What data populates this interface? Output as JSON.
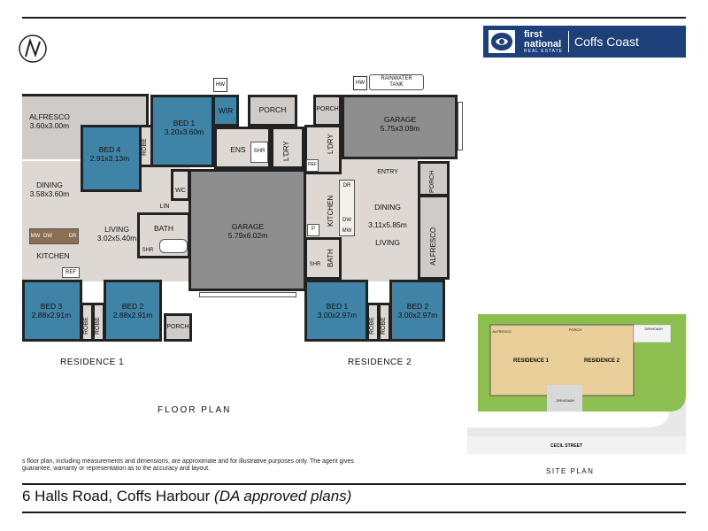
{
  "agency": {
    "brand_line1": "first",
    "brand_line2": "national",
    "brand_sub": "REAL ESTATE",
    "office": "Coffs Coast",
    "brand_color": "#1d3f7a"
  },
  "residence1": {
    "label": "RESIDENCE 1",
    "alfresco": {
      "name": "ALFRESCO",
      "dims": "3.60x3.00m"
    },
    "bed1": {
      "name": "BED 1",
      "dims": "3.20x3.60m"
    },
    "bed4": {
      "name": "BED 4",
      "dims": "2.91x3.13m"
    },
    "dining": {
      "name": "DINING",
      "dims": "3.58x3.60m"
    },
    "living": {
      "name": "LIVING",
      "dims": "3.02x5.40m"
    },
    "kitchen": "KITCHEN",
    "bed3": {
      "name": "BED 3",
      "dims": "2.88x2.91m"
    },
    "bed2": {
      "name": "BED 2",
      "dims": "2.88x2.91m"
    },
    "wir": "WIR",
    "ens": "ENS",
    "shr": "SHR",
    "wc": "WC",
    "lin": "LIN",
    "bath": "BATH",
    "bath_shr": "SHR",
    "ldry": "L'DRY",
    "porch_top": "PORCH",
    "porch_bottom": "PORCH",
    "robe": "ROBE",
    "ref": "REF",
    "mw": "MW",
    "dw": "DW",
    "dr": "DR",
    "hw": "HW"
  },
  "garage_center": {
    "name": "GARAGE",
    "dims": "5.79x6.02m"
  },
  "residence2": {
    "label": "RESIDENCE 2",
    "porch_top": "PORCH",
    "garage": {
      "name": "GARAGE",
      "dims": "5.75x3.09m"
    },
    "ldry": "L'DRY",
    "ref": "REF",
    "entry": "ENTRY",
    "kitchen": "KITCHEN",
    "dining": "DINING",
    "dims": "3.11x5.85m",
    "living": "LIVING",
    "porch_side": "PORCH",
    "alfresco": "ALFRESCO",
    "bath": "BATH",
    "shr": "SHR",
    "dr": "DR",
    "dw": "DW",
    "mw": "MW",
    "p": "P",
    "bed1": {
      "name": "BED 1",
      "dims": "3.00x2.97m"
    },
    "bed2": {
      "name": "BED 2",
      "dims": "3.00x2.97m"
    },
    "robe": "ROBE",
    "hw": "HW",
    "rainwater": "RAINWATER",
    "tank": "TANK"
  },
  "floor_plan_title": "FLOOR PLAN",
  "site_plan": {
    "title": "SITE PLAN",
    "street": "CECIL STREET",
    "res1": "RESIDENCE 1",
    "res2": "RESIDENCE 2",
    "alfresco": "ALFRESCO",
    "driveway": "DRIVEWAY",
    "porch": "PORCH"
  },
  "disclaimer_line1": "s floor plan, including measurements and dimensions, are approximate and for illustrative purposes only. The agent gives",
  "disclaimer_line2": "guarantee, warranty or representation as to the accuracy and layout.",
  "address": "6 Halls Road, Coffs Harbour",
  "address_note": "(DA approved plans)"
}
